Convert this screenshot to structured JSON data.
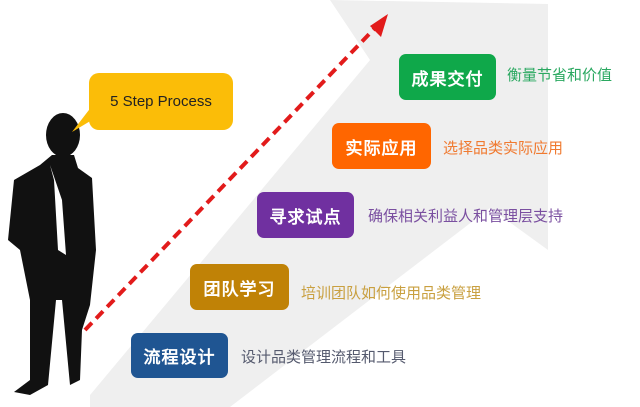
{
  "bubble": {
    "label": "5 Step Process",
    "color": "#fbbd08"
  },
  "steps": [
    {
      "label": "流程设计",
      "desc": "设计品类管理流程和工具",
      "color": "#1f5592",
      "text_color": "#555a6e"
    },
    {
      "label": "团队学习",
      "desc": "培训团队如何使用品类管理",
      "color": "#c08206",
      "text_color": "#c9a040"
    },
    {
      "label": "寻求试点",
      "desc": "确保相关利益人和管理层支持",
      "color": "#7030a0",
      "text_color": "#7a4fa0"
    },
    {
      "label": "实际应用",
      "desc": "选择品类实际应用",
      "color": "#ff6600",
      "text_color": "#f07a30"
    },
    {
      "label": "成果交付",
      "desc": "衡量节省和价值",
      "color": "#0fa84a",
      "text_color": "#2aa860"
    }
  ]
}
